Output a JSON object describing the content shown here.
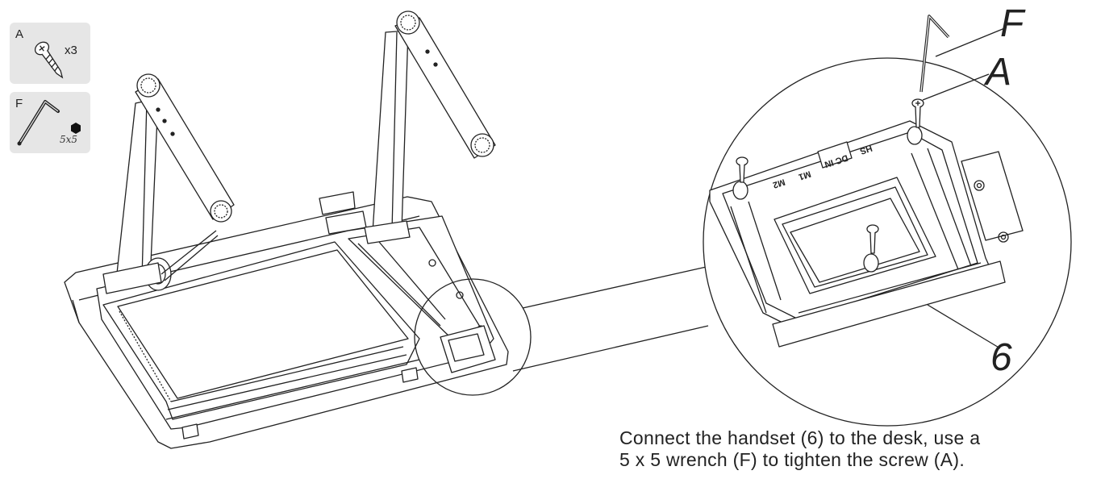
{
  "parts": {
    "a": {
      "letter": "A",
      "quantity": "x3",
      "icon": "screw-icon"
    },
    "f": {
      "letter": "F",
      "size": "5x5",
      "icon": "hex-wrench-icon"
    }
  },
  "callouts": {
    "f": "F",
    "a": "A",
    "handset": "6"
  },
  "control_box_labels": {
    "hs": "HS",
    "dc_in": "DC IN",
    "m1": "M1",
    "m2": "M2"
  },
  "instruction": {
    "line1": "Connect the handset (6) to the desk, use a",
    "line2": "5 x 5 wrench (F) to tighten the screw (A)."
  }
}
